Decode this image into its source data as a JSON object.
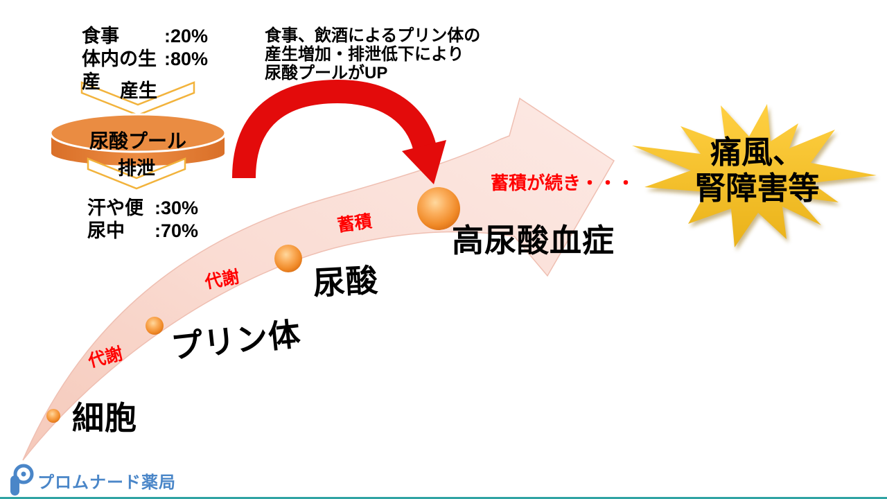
{
  "intake": {
    "diet_label": "食事",
    "diet_value": ":20%",
    "internal_label": "体内の生産",
    "internal_value": ":80%"
  },
  "pool": {
    "production_label": "産生",
    "name": "尿酸プール",
    "excretion_label": "排泄"
  },
  "excretion_stats": {
    "sweat_label": "汗や便",
    "sweat_value": ":30%",
    "urine_label": "尿中",
    "urine_value": ":70%"
  },
  "annotation": {
    "line1": "食事、飲酒によるプリン体の",
    "line2": "産生増加・排泄低下により",
    "line3": "尿酸プールがUP"
  },
  "pathway": {
    "stages": [
      {
        "label": "細胞"
      },
      {
        "label": "プリン体"
      },
      {
        "label": "尿酸"
      },
      {
        "label": "高尿酸血症"
      }
    ],
    "transitions": [
      {
        "label": "代謝"
      },
      {
        "label": "代謝"
      },
      {
        "label": "蓄積"
      }
    ],
    "continuation": "蓄積が続き・・・"
  },
  "outcome": {
    "line1": "痛風、",
    "line2": "腎障害等"
  },
  "footer": {
    "pharmacy_name": "プロムナード薬局"
  },
  "colors": {
    "arrow_pink": "#fad9cf",
    "accent_red": "#e30b0b",
    "label_red": "#ff0000",
    "star_gold": "#f3be26",
    "cylinder_orange": "#e1792f",
    "logo_blue": "#4a86c8",
    "bottom_line_teal": "#2fa3a3"
  }
}
